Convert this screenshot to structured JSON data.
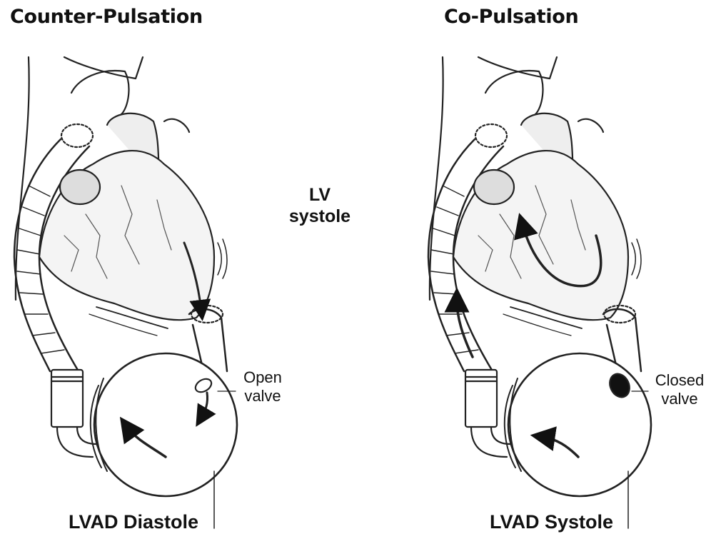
{
  "left_panel": {
    "title": "Counter-Pulsation",
    "valve_label_line1": "Open",
    "valve_label_line2": "valve",
    "caption": "LVAD Diastole"
  },
  "center": {
    "label_line1": "LV",
    "label_line2": "systole"
  },
  "right_panel": {
    "title": "Co-Pulsation",
    "valve_label_line1": "Closed",
    "valve_label_line2": "valve",
    "caption": "LVAD Systole"
  }
}
